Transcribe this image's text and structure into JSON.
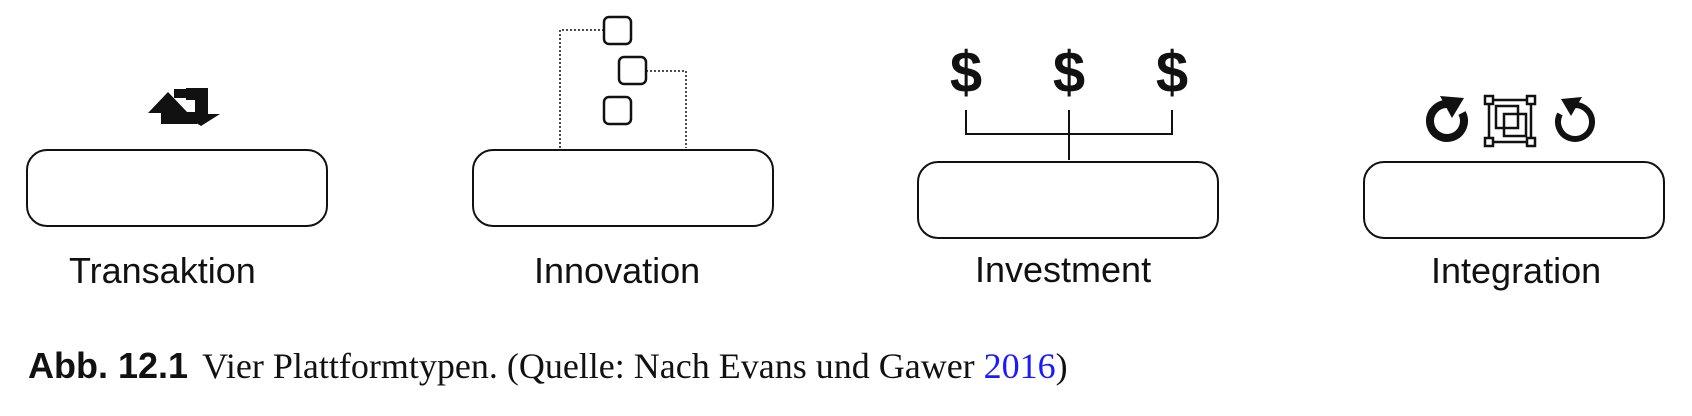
{
  "platform_types": [
    {
      "label": "Transaktion",
      "icon": "retweet-arrows-icon"
    },
    {
      "label": "Innovation",
      "icon": "connected-squares-icon"
    },
    {
      "label": "Investment",
      "icon": "dollar-signs-icon",
      "symbol": "$"
    },
    {
      "label": "Integration",
      "icon": "rotate-and-layers-icon"
    }
  ],
  "caption": {
    "figure_number": "Abb. 12.1",
    "text_before": "Vier Plattformtypen. (Quelle: Nach Evans und Gawer ",
    "citation_year": "2016",
    "text_after": ")"
  },
  "colors": {
    "stroke": "#111111",
    "link": "#1a1aff"
  }
}
